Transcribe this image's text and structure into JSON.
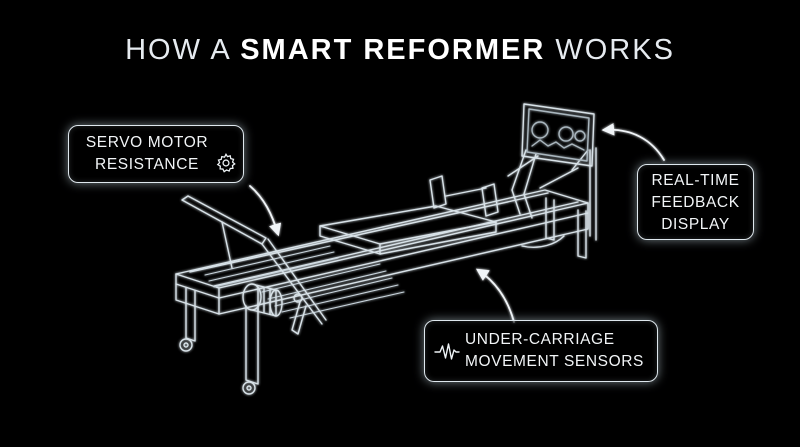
{
  "title": {
    "prefix": "HOW A ",
    "emphasis": "SMART REFORMER",
    "suffix": " WORKS"
  },
  "callouts": {
    "servo": {
      "line1": "SERVO MOTOR",
      "line2": "RESISTANCE",
      "icon": "gear-icon"
    },
    "display": {
      "line1": "REAL-TIME",
      "line2": "FEEDBACK",
      "line3": "DISPLAY"
    },
    "sensors": {
      "line1": "UNDER-CARRIAGE",
      "line2": "MOVEMENT SENSORS",
      "icon": "waveform-icon"
    }
  },
  "colors": {
    "background": "#000000",
    "line": "#dfe8ee",
    "glow": "#cfe3ee"
  }
}
